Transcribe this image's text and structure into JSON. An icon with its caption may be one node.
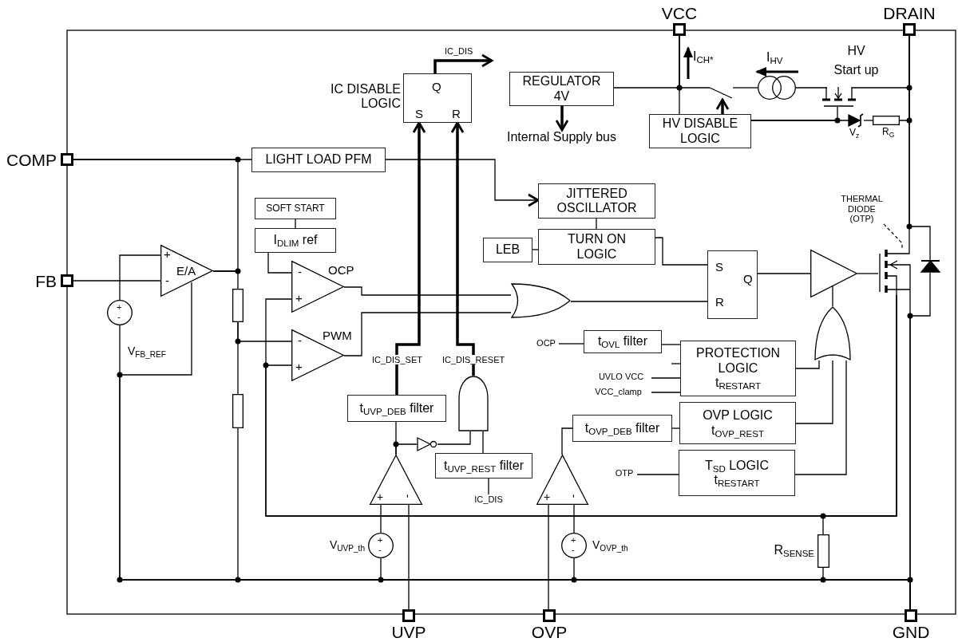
{
  "diagram": {
    "nodes": [
      {
        "text": [
          "VCC"
        ]
      },
      {
        "text": [
          "DRAIN"
        ]
      },
      {
        "text": [
          "Q",
          "S",
          "R"
        ],
        "beside": [
          "IC DISABLE LOGIC"
        ]
      },
      {
        "text": [
          "REGULATOR 4V"
        ]
      },
      {
        "text": [
          "Internal Supply bus"
        ]
      },
      {
        "text": [
          "HV DISABLE LOGIC"
        ]
      },
      {
        "text": [
          "COMP"
        ]
      },
      {
        "text": [
          "LIGHT LOAD PFM"
        ]
      },
      {
        "text": [
          "JITTERED OSCILLATOR"
        ]
      },
      {
        "text": [
          "SOFT START"
        ]
      },
      {
        "text": [
          "I$_{DLIM}$ ref"
        ]
      },
      {
        "text": [
          "LEB"
        ]
      },
      {
        "text": [
          "TURN ON LOGIC"
        ]
      },
      {
        "text": [
          "+",
          "E/A",
          "-"
        ]
      },
      {
        "text": [
          "-",
          "+"
        ],
        "beside": [
          "OCP"
        ]
      },
      {
        "text": [
          "S",
          "Q",
          "R"
        ]
      },
      {
        "text": [
          "FB"
        ]
      },
      {
        "text": [
          "-",
          "+"
        ],
        "beside": [
          "PWM"
        ]
      },
      {
        "text": [
          "OCP"
        ]
      },
      {
        "text": [
          "t$_{OVL}$ filter"
        ]
      },
      {
        "text": [
          "PROTECTION LOGIC",
          "t$_{RESTART}$"
        ]
      },
      {
        "text": [
          "UVLO VCC"
        ]
      },
      {
        "text": [
          "VCC_clamp"
        ]
      },
      {
        "text": [],
        "shape": "gate"
      },
      {
        "text": [
          "t$_{UVP_DEB}$ filter"
        ]
      },
      {
        "text": [
          "t$_{OVP_DEB}$ filter"
        ]
      },
      {
        "text": [
          "OVP LOGIC",
          "t$_{OVP_REST}$"
        ]
      },
      {
        "text": [
          "t$_{UVP_REST}$ filter"
        ]
      },
      {
        "text": [
          "OTP"
        ]
      },
      {
        "text": [
          "T$_{SD}$ LOGIC",
          "t$_{RESTART}$"
        ]
      },
      {
        "text": [
          "IC_DIS"
        ]
      },
      {
        "text": [
          "UVP"
        ]
      },
      {
        "text": [
          "OVP"
        ]
      },
      {
        "text": [
          "GND"
        ]
      },
      {
        "text": [
          "THERMAL DIODE (OTP)"
        ]
      },
      {
        "text": [],
        "shape": "gate"
      },
      {
        "text": [],
        "shape": "gate"
      },
      {
        "text": [],
        "shape": "gate"
      },
      {
        "text": [
          "+",
          "-"
        ]
      },
      {
        "text": [
          "+",
          "-"
        ]
      },
      {
        "text": [],
        "shape": "triangle"
      },
      {
        "text": [],
        "shape": "transistor"
      },
      {
        "text": [],
        "shape": "switch"
      },
      {
        "text": [],
        "shape": "circle"
      },
      {
        "text": [],
        "shape": "transistor"
      },
      {
        "text": [],
        "shape": "diode",
        "beside": [
          "V$_{z}$"
        ]
      },
      {
        "text": [],
        "shape": "resistor",
        "beside": [
          "R$_{G}$"
        ]
      },
      {
        "text": [],
        "shape": "diode"
      },
      {
        "text": [
          "+",
          "-"
        ],
        "beside": [
          "V$_{FB_REF}$"
        ]
      },
      {
        "text": [
          "+",
          "-"
        ],
        "beside": [
          "V$_{UVP_th}$"
        ]
      },
      {
        "text": [
          "+",
          "-"
        ],
        "beside": [
          "V$_{OVP_th}$"
        ]
      },
      {
        "text": [],
        "shape": "resistor"
      },
      {
        "text": [],
        "shape": "resistor"
      },
      {
        "text": [],
        "shape": "resistor",
        "beside": [
          "R$_{SENSE}$"
        ]
      }
    ],
    "edges": [
      {
        "from": 2,
        "to": null,
        "arrow": "to",
        "label": "IC_DIS",
        "style": "thick"
      },
      {
        "from": 3,
        "to": 4,
        "arrow": "to",
        "style": "thick"
      },
      {
        "from": 6,
        "to": 7,
        "arrow": "none"
      },
      {
        "from": 7,
        "to": 8,
        "arrow": "to"
      },
      {
        "from": 9,
        "to": 10,
        "arrow": "none"
      },
      {
        "from": 10,
        "to": 14,
        "arrow": "none"
      },
      {
        "from": 8,
        "to": 12,
        "arrow": "none"
      },
      {
        "from": 11,
        "to": 12,
        "arrow": "none"
      },
      {
        "from": 12,
        "to": 15,
        "arrow": "none"
      },
      {
        "from": 0,
        "to": 5,
        "arrow": "none"
      },
      {
        "from": 16,
        "to": 13,
        "arrow": "none"
      },
      {
        "from": 18,
        "to": 19,
        "arrow": "none"
      },
      {
        "from": 19,
        "to": 20,
        "arrow": "none"
      },
      {
        "from": null,
        "to": 20,
        "arrow": "none"
      },
      {
        "from": 21,
        "to": 20,
        "arrow": "none"
      },
      {
        "from": 22,
        "to": 20,
        "arrow": "none"
      },
      {
        "from": 23,
        "to": 2,
        "arrow": "to",
        "label": "IC_DIS_RESET",
        "style": "thick"
      },
      {
        "from": 24,
        "to": 2,
        "arrow": "to",
        "label": "IC_DIS_SET",
        "style": "thick"
      },
      {
        "from": 27,
        "to": 23,
        "arrow": "none"
      },
      {
        "from": 30,
        "to": 27,
        "arrow": "none"
      },
      {
        "from": 25,
        "to": 26,
        "arrow": "none"
      },
      {
        "from": 28,
        "to": 29,
        "arrow": "none"
      },
      {
        "from": 5,
        "to": 42,
        "arrow": "to",
        "style": "thick"
      },
      {
        "from": 34,
        "to": 41,
        "arrow": "none",
        "style": "dashed"
      },
      {
        "from": 13,
        "to": 6,
        "arrow": "none"
      },
      {
        "from": 14,
        "to": 35,
        "arrow": "none"
      },
      {
        "from": 17,
        "to": 35,
        "arrow": "none"
      },
      {
        "from": 35,
        "to": 15,
        "arrow": "none"
      },
      {
        "from": 15,
        "to": 40,
        "arrow": "none"
      },
      {
        "from": 40,
        "to": 41,
        "arrow": "none"
      },
      {
        "from": 36,
        "to": 40,
        "arrow": "none"
      },
      {
        "from": 20,
        "to": 36,
        "arrow": "none"
      },
      {
        "from": 26,
        "to": 36,
        "arrow": "none"
      },
      {
        "from": 29,
        "to": 36,
        "arrow": "none"
      },
      {
        "from": 38,
        "to": 24,
        "arrow": "none"
      },
      {
        "from": 38,
        "to": 37,
        "arrow": "none"
      },
      {
        "from": 37,
        "to": 23,
        "arrow": "none"
      },
      {
        "from": 39,
        "to": 25,
        "arrow": "none"
      },
      {
        "from": 31,
        "to": 38,
        "arrow": "none"
      },
      {
        "from": 32,
        "to": 39,
        "arrow": "none"
      },
      {
        "from": 1,
        "to": 41,
        "arrow": "none"
      },
      {
        "from": 41,
        "to": 33,
        "arrow": "none"
      },
      {
        "from": 41,
        "to": 17,
        "arrow": "none"
      },
      {
        "from": 41,
        "to": 14,
        "arrow": "none"
      },
      {
        "from": 3,
        "to": 0,
        "arrow": "none"
      },
      {
        "from": 42,
        "to": 0,
        "arrow": "none"
      },
      {
        "from": 42,
        "to": 43,
        "arrow": "none"
      },
      {
        "from": 43,
        "to": 44,
        "arrow": "none"
      },
      {
        "from": 44,
        "to": 1,
        "arrow": "none"
      },
      {
        "from": 5,
        "to": 44,
        "arrow": "none"
      },
      {
        "from": 5,
        "to": 45,
        "arrow": "none"
      },
      {
        "from": 45,
        "to": 46,
        "arrow": "none"
      },
      {
        "from": 46,
        "to": 1,
        "arrow": "none"
      },
      {
        "from": 1,
        "to": 47,
        "arrow": "none"
      },
      {
        "from": 47,
        "to": 33,
        "arrow": "none"
      },
      {
        "from": 13,
        "to": 48,
        "arrow": "none"
      },
      {
        "from": 48,
        "to": 33,
        "arrow": "none"
      },
      {
        "from": 13,
        "to": 33,
        "arrow": "none"
      },
      {
        "from": 13,
        "to": 51,
        "arrow": "none"
      },
      {
        "from": 51,
        "to": 17,
        "arrow": "none"
      },
      {
        "from": 51,
        "to": 52,
        "arrow": "none"
      },
      {
        "from": 52,
        "to": 33,
        "arrow": "none"
      },
      {
        "from": 38,
        "to": 49,
        "arrow": "none"
      },
      {
        "from": 49,
        "to": 33,
        "arrow": "none"
      },
      {
        "from": 39,
        "to": 50,
        "arrow": "none"
      },
      {
        "from": 50,
        "to": 33,
        "arrow": "none"
      },
      {
        "from": 41,
        "to": 53,
        "arrow": "none"
      },
      {
        "from": 53,
        "to": 33,
        "arrow": "none"
      }
    ],
    "labels": [
      "I$_{CH*}$",
      "I$_{HV}$",
      "HV Start up"
    ]
  }
}
